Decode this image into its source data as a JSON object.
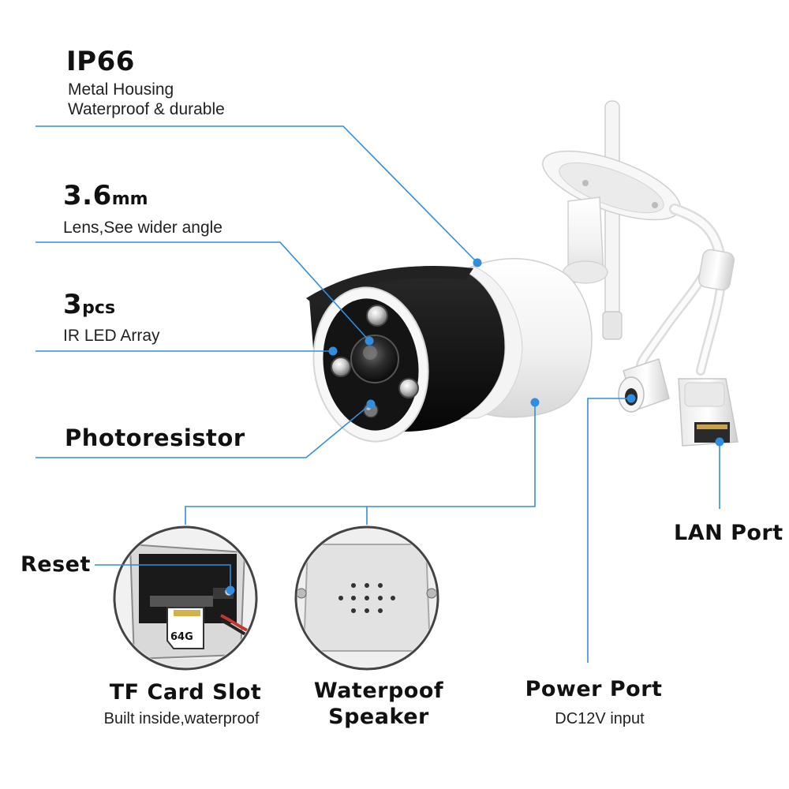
{
  "features": {
    "ip66": {
      "title": "IP66",
      "lines": [
        "Metal Housing",
        "Waterproof & durable"
      ]
    },
    "lens": {
      "value": "3.6",
      "unit": "mm",
      "desc": "Lens,See wider angle"
    },
    "ir": {
      "value": "3",
      "unit": "pcs",
      "desc": "IR LED Array"
    },
    "photoresistor": {
      "title": "Photoresistor"
    },
    "reset": {
      "title": "Reset"
    },
    "lan": {
      "title": "LAN Port"
    },
    "tfcard": {
      "title": "TF Card Slot",
      "desc": "Built inside,waterproof",
      "card_label": "64G"
    },
    "speaker": {
      "title_lines": [
        "Waterpoof",
        "Speaker"
      ]
    },
    "power": {
      "title": "Power Port",
      "desc": "DC12V input"
    }
  },
  "colors": {
    "callout_line": "#2f8ee0",
    "callout_dot": "#2f8ee0",
    "housing_white": "#f4f4f4",
    "housing_black": "#111111"
  },
  "icons": [
    "ip-camera-illustration",
    "tf-card-slot-detail",
    "speaker-grille-detail"
  ]
}
